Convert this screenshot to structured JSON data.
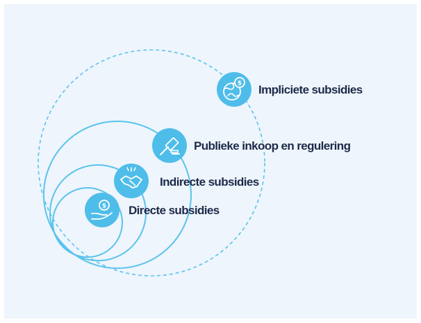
{
  "diagram": {
    "levels": [
      {
        "label": "Impliciete subsidies",
        "icon": "globe-dollar-icon"
      },
      {
        "label": "Publieke inkoop en regulering",
        "icon": "gavel-icon"
      },
      {
        "label": "Indirecte subsidies",
        "icon": "handshake-icon"
      },
      {
        "label": "Directe subsidies",
        "icon": "hand-coin-icon"
      }
    ],
    "colors": {
      "background": "#eef5fc",
      "circle_stroke": "#5ac3ec",
      "icon_fill": "#4fbde9",
      "label_text": "#1e2a4a"
    }
  }
}
